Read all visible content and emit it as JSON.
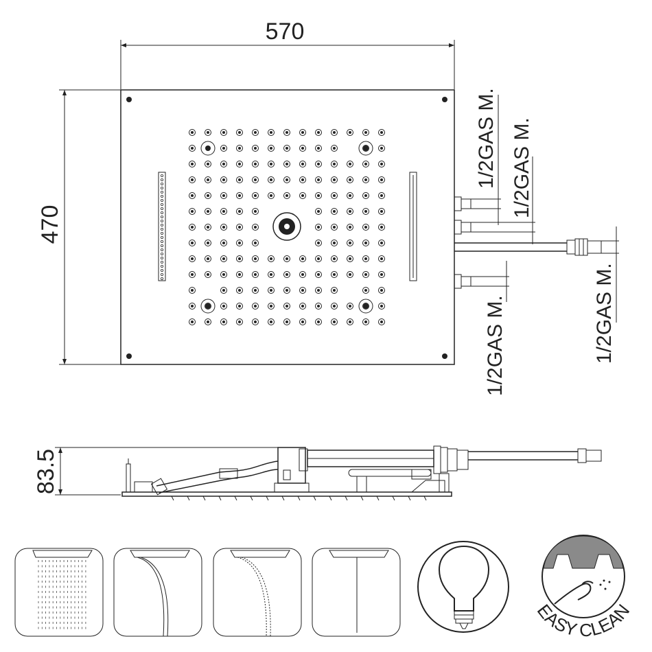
{
  "dimensions": {
    "width": "570",
    "height": "470",
    "depth": "83.5"
  },
  "connections": {
    "top_left": "1/2GAS M.",
    "top_right": "1/2GAS M.",
    "bottom": "1/2GAS M.",
    "side": "1/2GAS M."
  },
  "icons": {
    "rain": "rain-spray-icon",
    "waterfall": "waterfall-curve-icon",
    "dual_curtain": "curtain-spray-icon",
    "single_jet": "single-jet-icon",
    "light": "light-bulb-icon",
    "easy_clean_label": "EASY CLEAN"
  }
}
